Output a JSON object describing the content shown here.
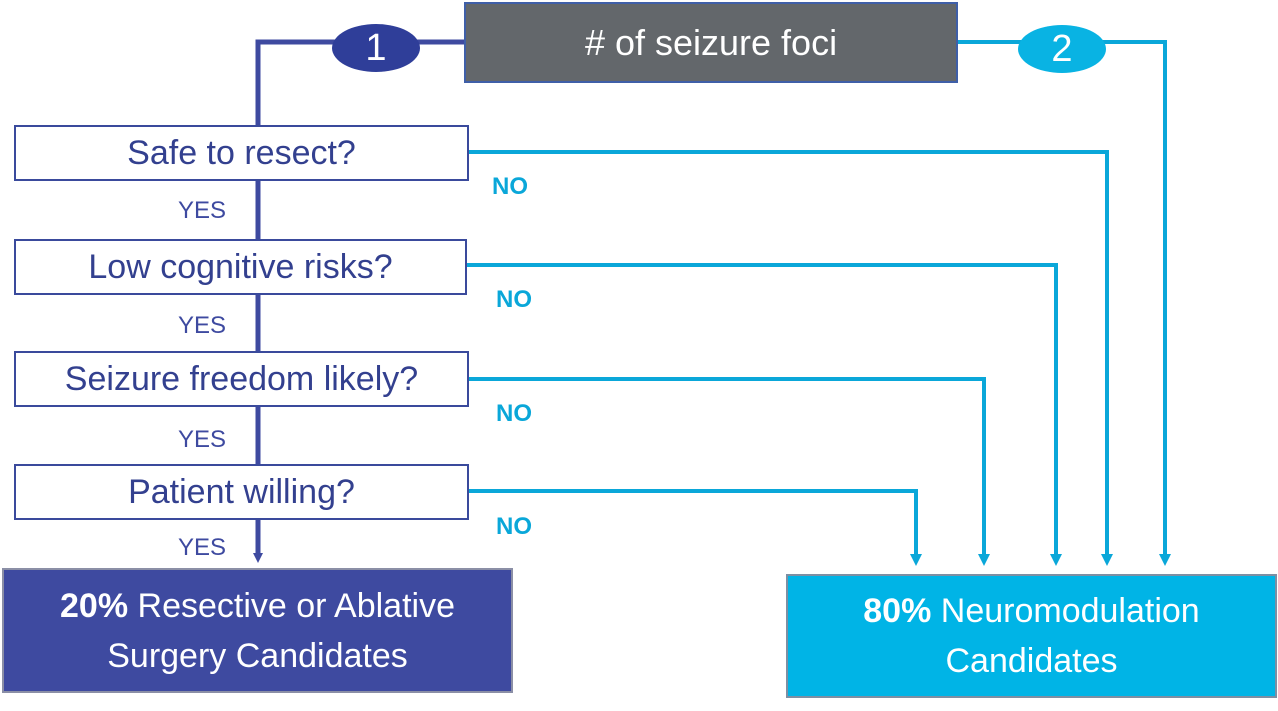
{
  "top_node": {
    "label": "# of seizure foci"
  },
  "badges": {
    "left": "1",
    "right": "2"
  },
  "questions": [
    {
      "label": "Safe to resect?",
      "yes": "YES",
      "no": "NO"
    },
    {
      "label": "Low cognitive risks?",
      "yes": "YES",
      "no": "NO"
    },
    {
      "label": "Seizure freedom likely?",
      "yes": "YES",
      "no": "NO"
    },
    {
      "label": "Patient willing?",
      "yes": "YES",
      "no": "NO"
    }
  ],
  "outcomes": {
    "surgery": {
      "percent": "20%",
      "line1_rest": " Resective or Ablative",
      "line2": "Surgery Candidates"
    },
    "neuromodulation": {
      "percent": "80%",
      "line1_rest": " Neuromodulation",
      "line2": "Candidates"
    }
  },
  "colors": {
    "dark_blue": "#3e4aa0",
    "light_blue": "#00b4e6",
    "gray": "#63676b"
  }
}
